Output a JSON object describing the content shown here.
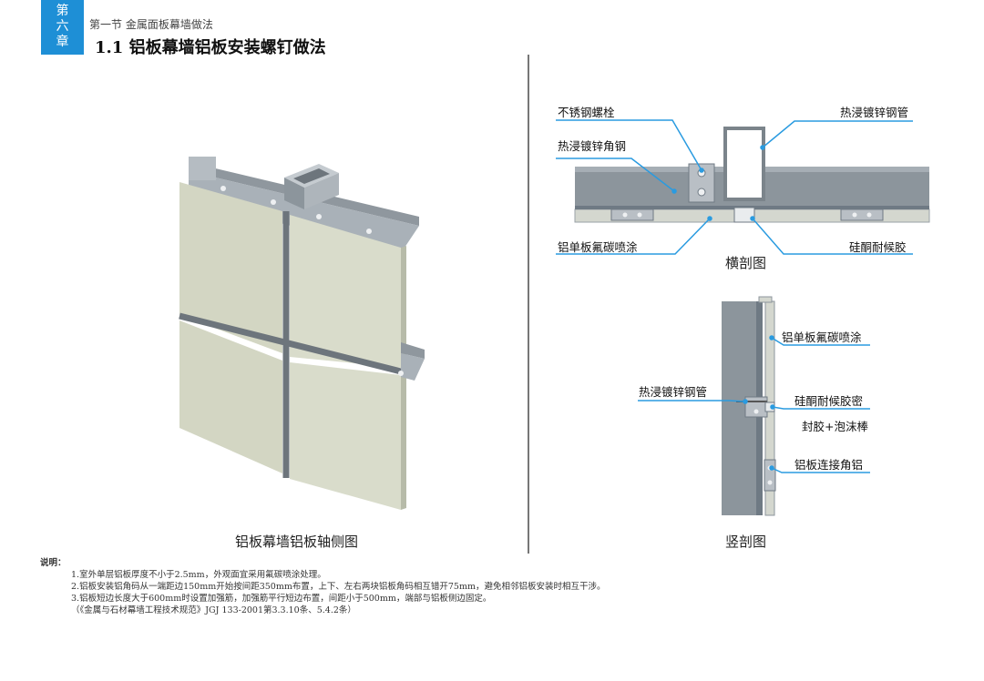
{
  "chapter": {
    "tab_lines": [
      "第",
      "六",
      "章"
    ]
  },
  "header": {
    "section": "第一节 金属面板幕墙做法",
    "title": "1.1 铝板幕墙铝板安装螺钉做法"
  },
  "figures": {
    "axonometric_caption": "铝板幕墙铝板轴侧图",
    "cross_section_caption": "横剖图",
    "vertical_section_caption": "竖剖图"
  },
  "cross_section_labels": {
    "stainless_bolt": "不锈钢螺栓",
    "galv_angle_steel": "热浸镀锌角钢",
    "galv_steel_pipe": "热浸镀锌钢管",
    "panel_fluorocarbon": "铝单板氟碳喷涂",
    "silicone_sealant": "硅酮耐候胶"
  },
  "vertical_section_labels": {
    "panel_fluorocarbon": "铝单板氟碳喷涂",
    "galv_steel_pipe": "热浸镀锌钢管",
    "sealant_line1": "硅酮耐候胶密",
    "sealant_line2": "封胶+泡沫棒",
    "connector_angle": "铝板连接角铝"
  },
  "notes": {
    "heading": "说明：",
    "items": [
      "1.室外单层铝板厚度不小于2.5mm，外观面宜采用氟碳喷涂处理。",
      "2.铝板安装铝角码从一端距边150mm开始按间距350mm布置，上下、左右两块铝板角码相互错开75mm，避免相邻铝板安装时相互干涉。",
      "3.铝板短边长度大于600mm时设置加强筋，加强筋平行短边布置，间距小于500mm，端部与铝板侧边固定。",
      "（《金属与石材幕墙工程技术规范》JGJ 133-2001第3.3.10条、5.4.2条）"
    ]
  },
  "colors": {
    "accent": "#1e8fd6",
    "callout_line": "#2a9be0",
    "panel": "#d6d9c6",
    "steel": "#9aa3ab",
    "steel_dark": "#6f7a84"
  }
}
